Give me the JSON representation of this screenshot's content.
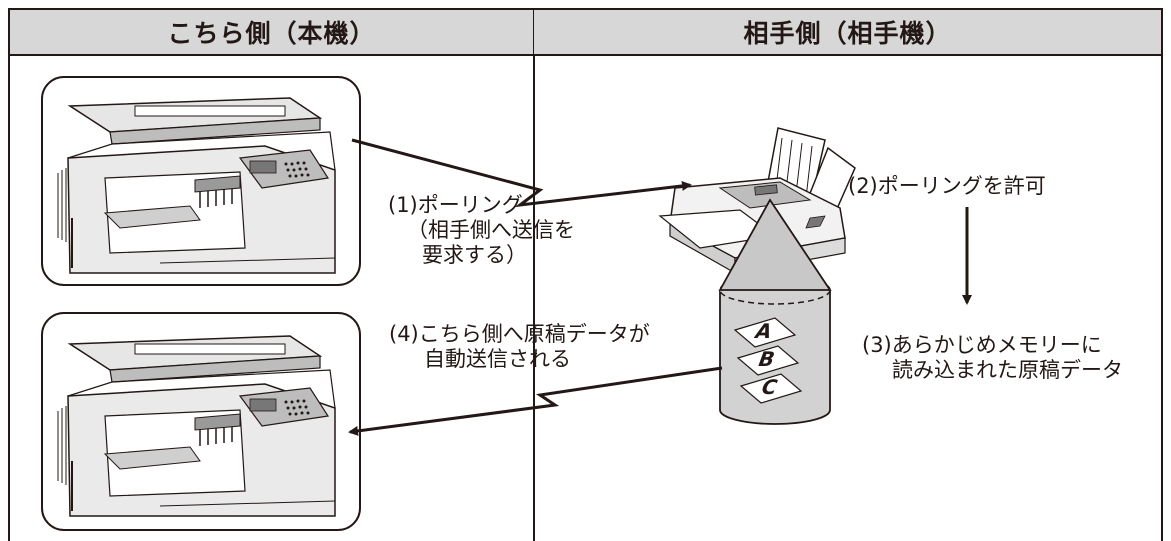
{
  "headers": {
    "left": "こちら側（本機）",
    "right": "相手側（相手機）"
  },
  "labels": {
    "step1_line1": "(1)ポーリング",
    "step1_line2": "（相手側へ送信を",
    "step1_line3": "要求する）",
    "step2": "(2)ポーリングを許可",
    "step3_line1": "(3)あらかじめメモリーに",
    "step3_line2": "読み込まれた原稿データ",
    "step4_line1": "(4)こちら側へ原稿データが",
    "step4_line2": "自動送信される"
  },
  "document_letters": [
    "A",
    "B",
    "C"
  ],
  "colors": {
    "ink": "#231815",
    "header_fill": "#d7d7d7",
    "machine_gray": "#dcdcdc",
    "machine_dark": "#9a9a9a"
  }
}
